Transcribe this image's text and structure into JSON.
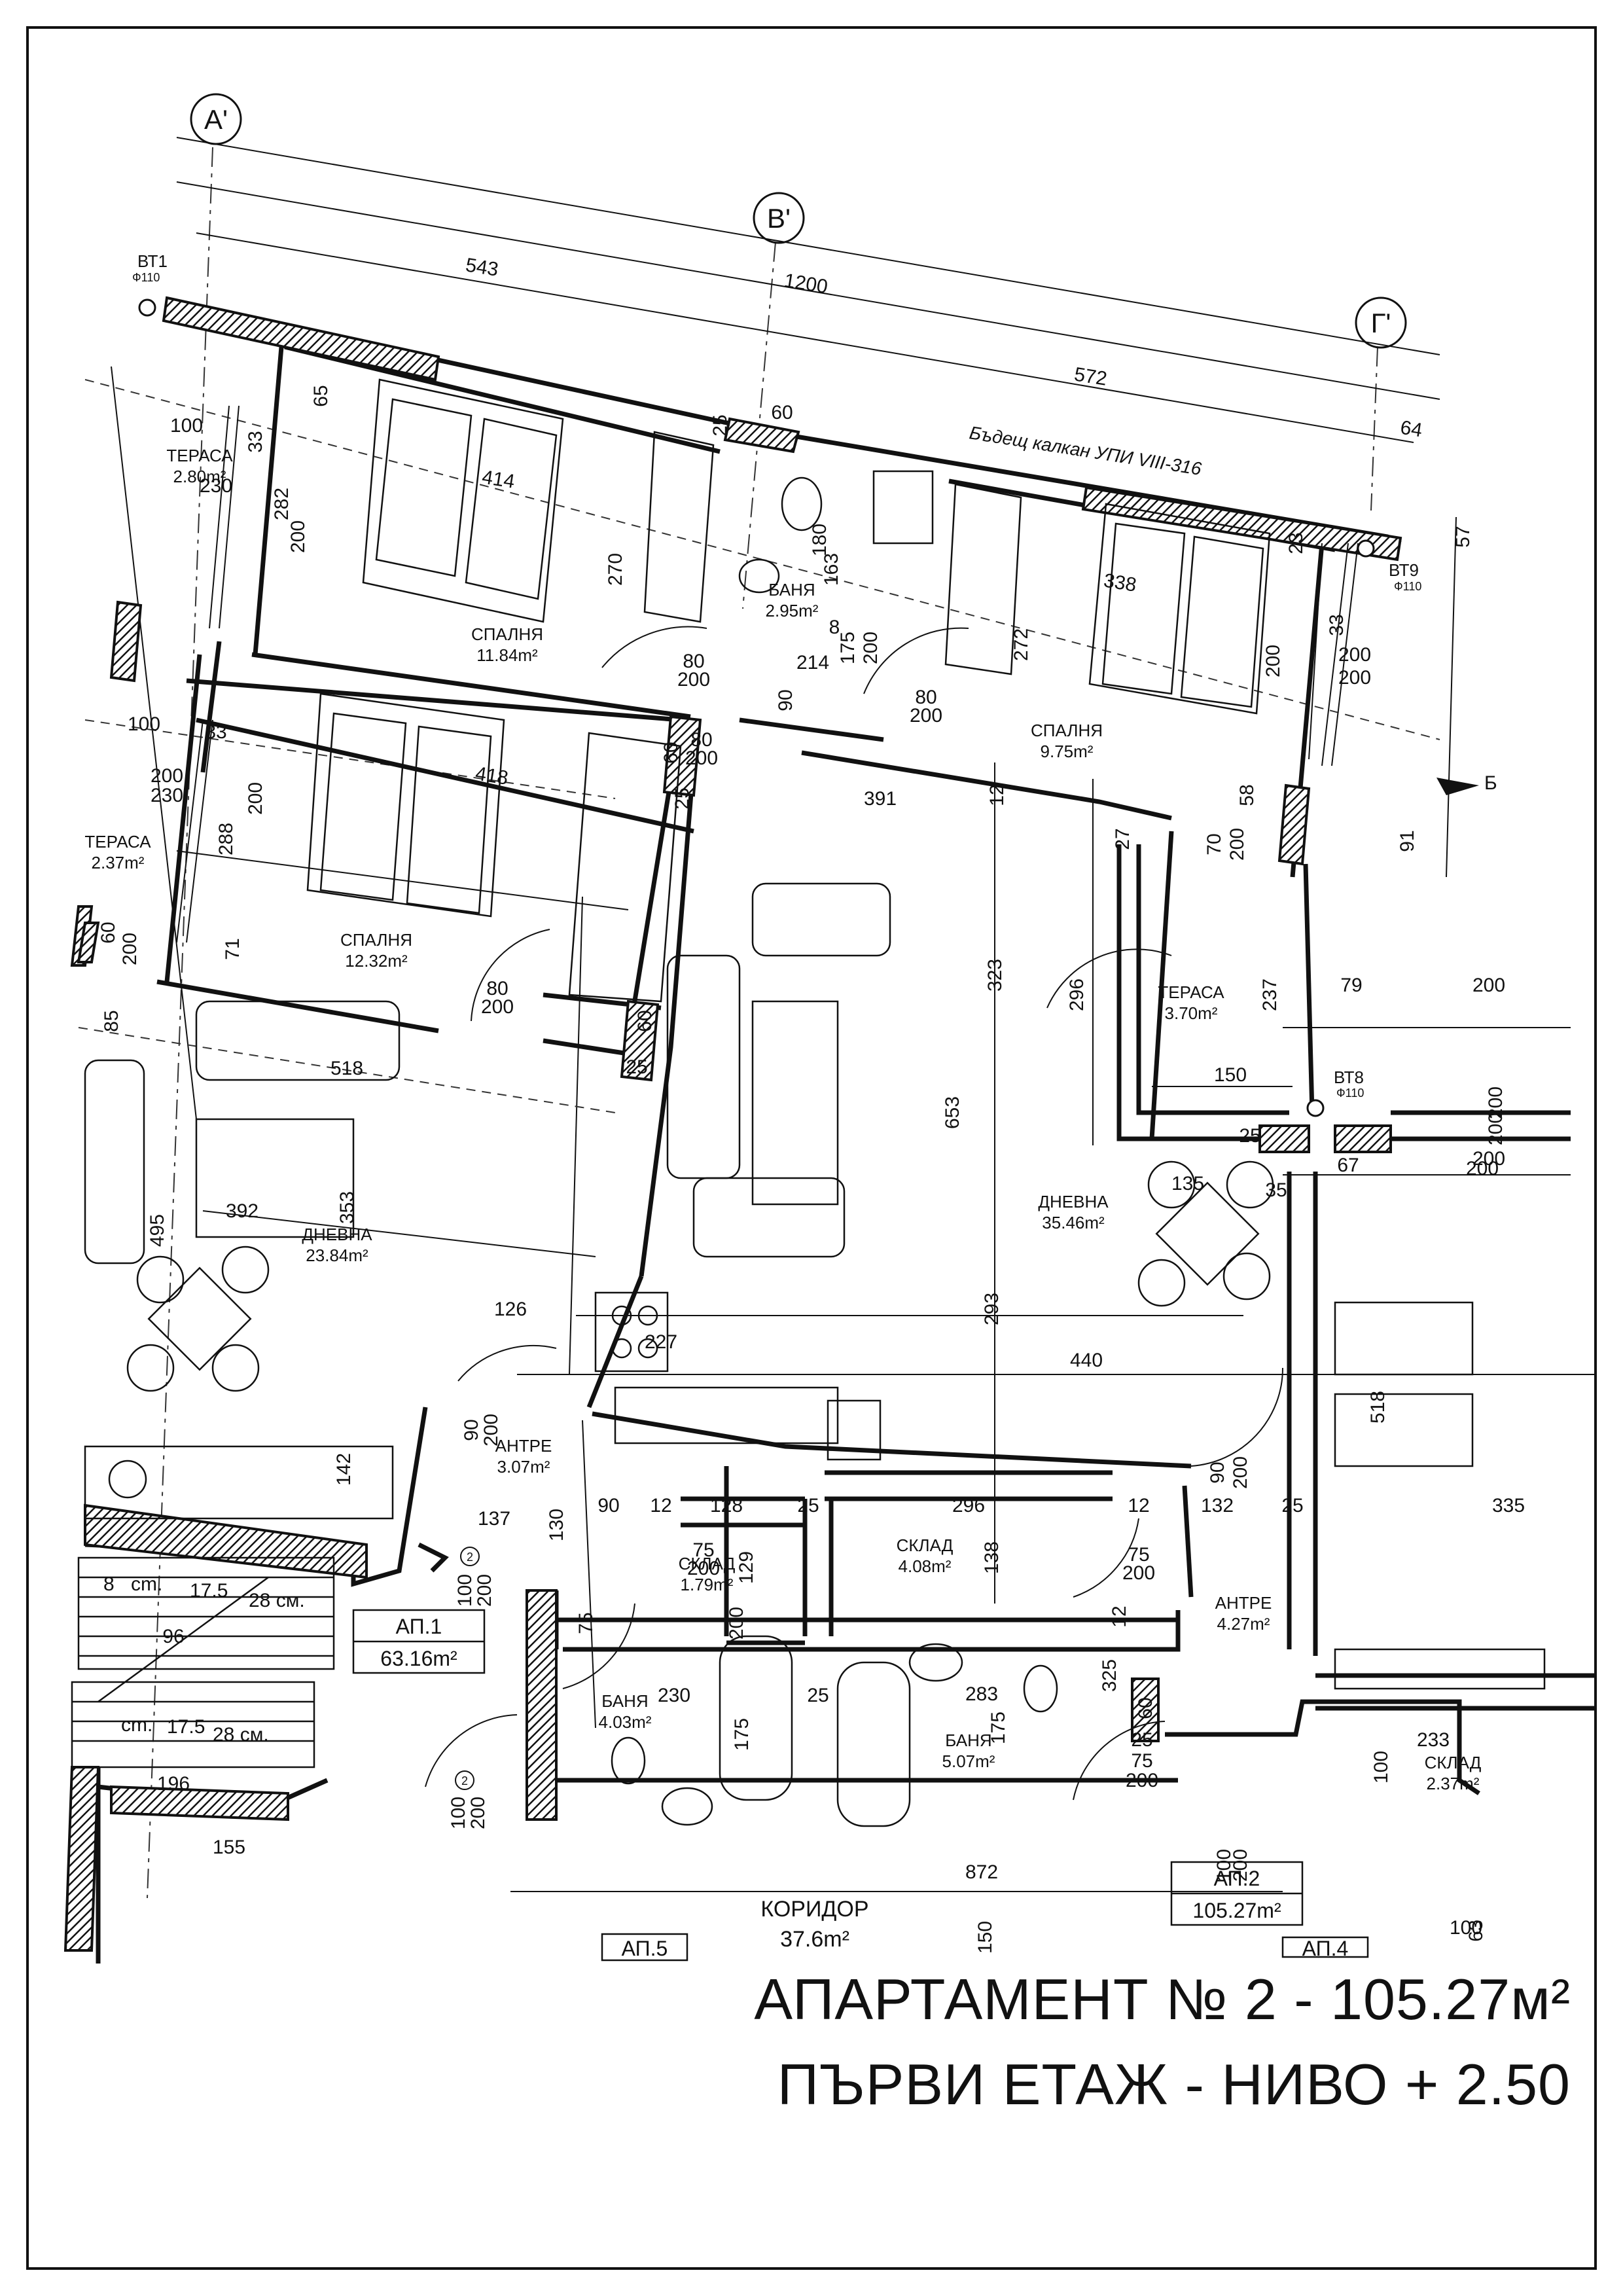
{
  "axes": {
    "a": "А'",
    "v": "В'",
    "g": "Г'"
  },
  "pipes": {
    "bt1": "ВТ1",
    "bt1_d": "Ф110",
    "bt8": "ВТ8",
    "bt8_d": "Ф110",
    "bt9": "ВТ9",
    "bt9_d": "Ф110"
  },
  "note": "Бъдещ калкан УПИ VIII-316",
  "section_mark": "Б",
  "rooms": {
    "terrace_top_left": {
      "name": "ТЕРАСА",
      "area": "2.80m²"
    },
    "terrace_mid_left": {
      "name": "ТЕРАСА",
      "area": "2.37m²"
    },
    "bedroom_top": {
      "name": "СПАЛНЯ",
      "area": "11.84m²"
    },
    "bathroom_top": {
      "name": "БАНЯ",
      "area": "2.95m²"
    },
    "bedroom_right": {
      "name": "СПАЛНЯ",
      "area": "9.75m²"
    },
    "bedroom_mid": {
      "name": "СПАЛНЯ",
      "area": "12.32m²"
    },
    "terrace_right": {
      "name": "ТЕРАСА",
      "area": "3.70m²"
    },
    "living_left": {
      "name": "ДНЕВНА",
      "area": "23.84m²"
    },
    "living_main": {
      "name": "ДНЕВНА",
      "area": "35.46m²"
    },
    "hall_left": {
      "name": "АНТРЕ",
      "area": "3.07m²"
    },
    "storage_small": {
      "name": "СКЛАД",
      "area": "1.79m²"
    },
    "storage_mid": {
      "name": "СКЛАД",
      "area": "4.08m²"
    },
    "hall_right": {
      "name": "АНТРЕ",
      "area": "4.27m²"
    },
    "bathroom_left": {
      "name": "БАНЯ",
      "area": "4.03m²"
    },
    "bathroom_mid": {
      "name": "БАНЯ",
      "area": "5.07m²"
    },
    "storage_right": {
      "name": "СКЛАД",
      "area": "2.37m²"
    },
    "corridor": {
      "name": "КОРИДОР",
      "area": "37.6m²"
    }
  },
  "apartments": {
    "ap1": {
      "name": "АП.1",
      "area": "63.16m²"
    },
    "ap2": {
      "name": "АП.2",
      "area": "105.27m²"
    },
    "ap5": {
      "name": "АП.5"
    },
    "ap4": {
      "name": "АП.4"
    }
  },
  "stairs": {
    "s1": "8",
    "s2": "cm.",
    "s3": "17.5",
    "s4": "28 см.",
    "s5": "cm.",
    "s6": "17.5",
    "s7": "28 см."
  },
  "door_circle_labels": [
    "2",
    "2"
  ],
  "dims": [
    "543",
    "1200",
    "572",
    "64",
    "60",
    "100",
    "33",
    "282",
    "200",
    "230",
    "65",
    "414",
    "270",
    "25",
    "180",
    "163",
    "338",
    "23",
    "200",
    "200",
    "57",
    "8",
    "175",
    "200",
    "80",
    "200",
    "214",
    "90",
    "272",
    "80",
    "200",
    "33",
    "200",
    "100",
    "33",
    "200",
    "230",
    "418",
    "288",
    "200",
    "60",
    "25",
    "80",
    "200",
    "391",
    "12",
    "27",
    "58",
    "70",
    "200",
    "91",
    "60",
    "200",
    "85",
    "71",
    "80",
    "200",
    "60",
    "25",
    "323",
    "296",
    "237",
    "79",
    "200",
    "518",
    "150",
    "200",
    "200",
    "653",
    "25",
    "67",
    "200",
    "200",
    "135",
    "35",
    "495",
    "353",
    "392",
    "126",
    "293",
    "227",
    "440",
    "518",
    "90",
    "200",
    "90",
    "200",
    "142",
    "137",
    "130",
    "90",
    "12",
    "128",
    "25",
    "296",
    "12",
    "132",
    "25",
    "335",
    "129",
    "138",
    "75",
    "200",
    "75",
    "200",
    "100",
    "200",
    "75",
    "200",
    "12",
    "325",
    "60",
    "230",
    "25",
    "175",
    "283",
    "175",
    "233",
    "100",
    "25",
    "75",
    "200",
    "196",
    "155",
    "100",
    "200",
    "872",
    "100",
    "200",
    "150",
    "100",
    "63",
    "96"
  ],
  "title": {
    "line1": "АПАРТАМЕНТ № 2 - 105.27м²",
    "line2": "ПЪРВИ ЕТАЖ - НИВО + 2.50"
  }
}
